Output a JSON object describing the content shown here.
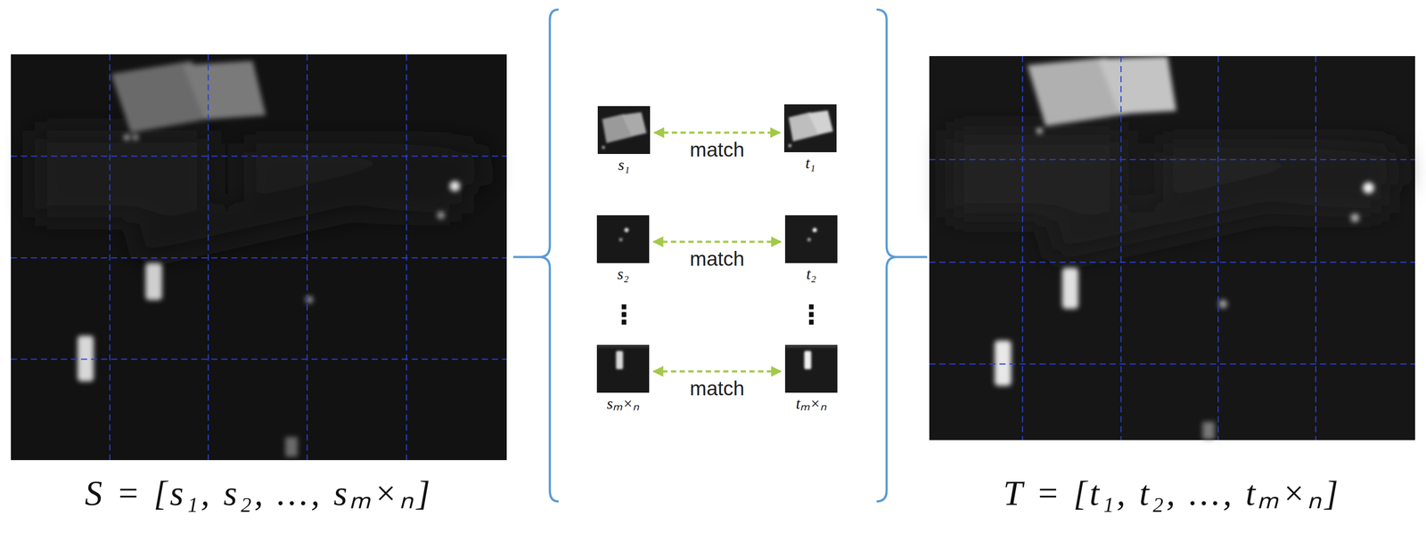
{
  "diagram": {
    "nodes": [
      {
        "text": [
          "s₁"
        ]
      },
      {
        "text": [
          "t₁"
        ]
      },
      {
        "text": [
          "s₂"
        ]
      },
      {
        "text": [
          "t₂"
        ]
      },
      {
        "text": [
          "sₘ×ₙ"
        ]
      },
      {
        "text": [
          "tₘ×ₙ"
        ]
      }
    ],
    "edges": [
      {
        "from": 0,
        "to": 1,
        "label": "match",
        "arrow": "both"
      },
      {
        "from": 2,
        "to": 3,
        "label": "match",
        "arrow": "both"
      },
      {
        "from": 4,
        "to": 5,
        "label": "match",
        "arrow": "both"
      }
    ],
    "labels": [
      "S = [s₁, s₂, ..., sₘ×ₙ]",
      "T = [t₁, t₂, ..., tₘ×ₙ]",
      "⋮",
      "⋮"
    ]
  }
}
